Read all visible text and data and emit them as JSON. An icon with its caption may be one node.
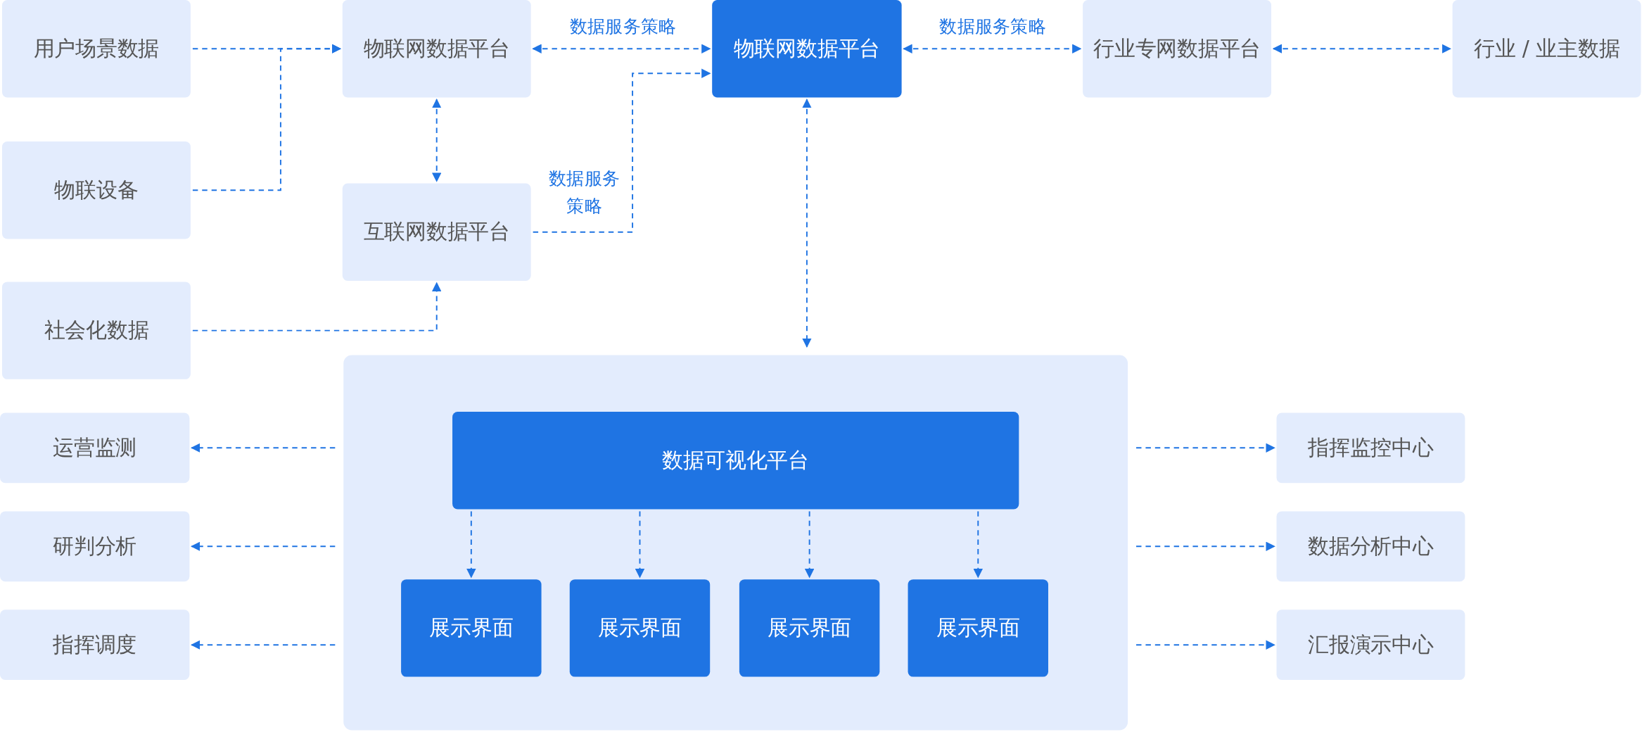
{
  "diagram": {
    "nodes": [
      {
        "text": [
          "用户场景数据"
        ]
      },
      {
        "text": [
          "物联设备"
        ]
      },
      {
        "text": [
          "社会化数据"
        ]
      },
      {
        "text": [
          "物联网数据平台"
        ]
      },
      {
        "text": [
          "互联网数据平台"
        ]
      },
      {
        "text": [
          "物联网数据平台"
        ]
      },
      {
        "text": [
          "行业专网数据平台"
        ]
      },
      {
        "text": [
          "行业 / 业主数据"
        ]
      },
      {
        "text": [],
        "shape": "box"
      },
      {
        "text": [
          "数据可视化平台"
        ],
        "in": 8
      },
      {
        "text": [
          "展示界面"
        ],
        "in": 8
      },
      {
        "text": [
          "展示界面"
        ],
        "in": 8
      },
      {
        "text": [
          "展示界面"
        ],
        "in": 8
      },
      {
        "text": [
          "展示界面"
        ],
        "in": 8
      },
      {
        "text": [
          "运营监测"
        ]
      },
      {
        "text": [
          "研判分析"
        ]
      },
      {
        "text": [
          "指挥调度"
        ]
      },
      {
        "text": [
          "指挥监控中心"
        ]
      },
      {
        "text": [
          "数据分析中心"
        ]
      },
      {
        "text": [
          "汇报演示中心"
        ]
      }
    ],
    "edges": [
      {
        "from": 0,
        "to": 3,
        "arrow": "to",
        "style": "dashed"
      },
      {
        "from": 1,
        "to": 3,
        "arrow": "to",
        "style": "dashed"
      },
      {
        "from": 2,
        "to": 4,
        "arrow": "to",
        "style": "dashed"
      },
      {
        "from": 3,
        "to": 4,
        "arrow": "both",
        "style": "dashed"
      },
      {
        "from": 3,
        "to": 5,
        "arrow": "both",
        "style": "dashed",
        "label": "数据服务策略"
      },
      {
        "from": 4,
        "to": 5,
        "arrow": "to",
        "style": "dashed",
        "label": "数据服务策略"
      },
      {
        "from": 5,
        "to": 6,
        "arrow": "both",
        "style": "dashed",
        "label": "数据服务策略"
      },
      {
        "from": 6,
        "to": 7,
        "arrow": "both",
        "style": "dashed"
      },
      {
        "from": 5,
        "to": 8,
        "arrow": "both",
        "style": "dashed"
      },
      {
        "from": 9,
        "to": 10,
        "arrow": "to",
        "style": "dashed"
      },
      {
        "from": 9,
        "to": 11,
        "arrow": "to",
        "style": "dashed"
      },
      {
        "from": 9,
        "to": 12,
        "arrow": "to",
        "style": "dashed"
      },
      {
        "from": 9,
        "to": 13,
        "arrow": "to",
        "style": "dashed"
      },
      {
        "from": 8,
        "to": 14,
        "arrow": "to",
        "style": "dashed"
      },
      {
        "from": 8,
        "to": 15,
        "arrow": "to",
        "style": "dashed"
      },
      {
        "from": 8,
        "to": 16,
        "arrow": "to",
        "style": "dashed"
      },
      {
        "from": 8,
        "to": 17,
        "arrow": "to",
        "style": "dashed"
      },
      {
        "from": 8,
        "to": 18,
        "arrow": "to",
        "style": "dashed"
      },
      {
        "from": 8,
        "to": 19,
        "arrow": "to",
        "style": "dashed"
      }
    ]
  }
}
